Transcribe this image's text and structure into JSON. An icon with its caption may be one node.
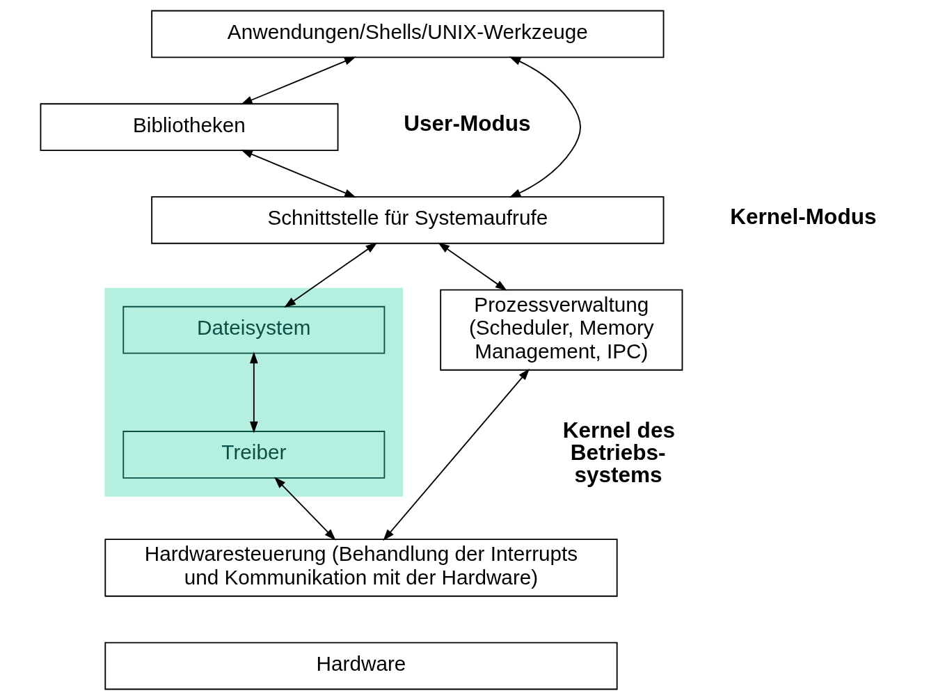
{
  "diagram": {
    "nodes": [
      {
        "text": [
          "Anwendungen/Shells/UNIX-Werkzeuge"
        ]
      },
      {
        "text": [
          "Bibliotheken"
        ]
      },
      {
        "text": [
          "Schnittstelle für Systemaufrufe"
        ]
      },
      {
        "text": [
          "Prozessverwaltung (Scheduler, Memory Management, IPC)"
        ]
      },
      {
        "text": [],
        "shape": "box"
      },
      {
        "text": [
          "Dateisystem"
        ],
        "in": 4
      },
      {
        "text": [
          "Treiber"
        ],
        "in": 4
      },
      {
        "text": [
          "Hardwaresteuerung (Behandlung der Interrupts und Kommunikation mit der Hardware)"
        ]
      },
      {
        "text": [
          "Hardware"
        ]
      }
    ],
    "edges": [
      {
        "from": 0,
        "to": 2,
        "arrow": "both"
      },
      {
        "from": 0,
        "to": 1,
        "arrow": "both"
      },
      {
        "from": 1,
        "to": 2,
        "arrow": "both"
      },
      {
        "from": 2,
        "to": 3,
        "arrow": "both"
      },
      {
        "from": 2,
        "to": 5,
        "arrow": "both"
      },
      {
        "from": 5,
        "to": 6,
        "arrow": "both"
      },
      {
        "from": 3,
        "to": 7,
        "arrow": "both"
      },
      {
        "from": 6,
        "to": 7,
        "arrow": "both"
      }
    ],
    "labels": [
      "User-Modus",
      "Kernel-Modus",
      "Kernel des Betriebs- systems"
    ]
  }
}
